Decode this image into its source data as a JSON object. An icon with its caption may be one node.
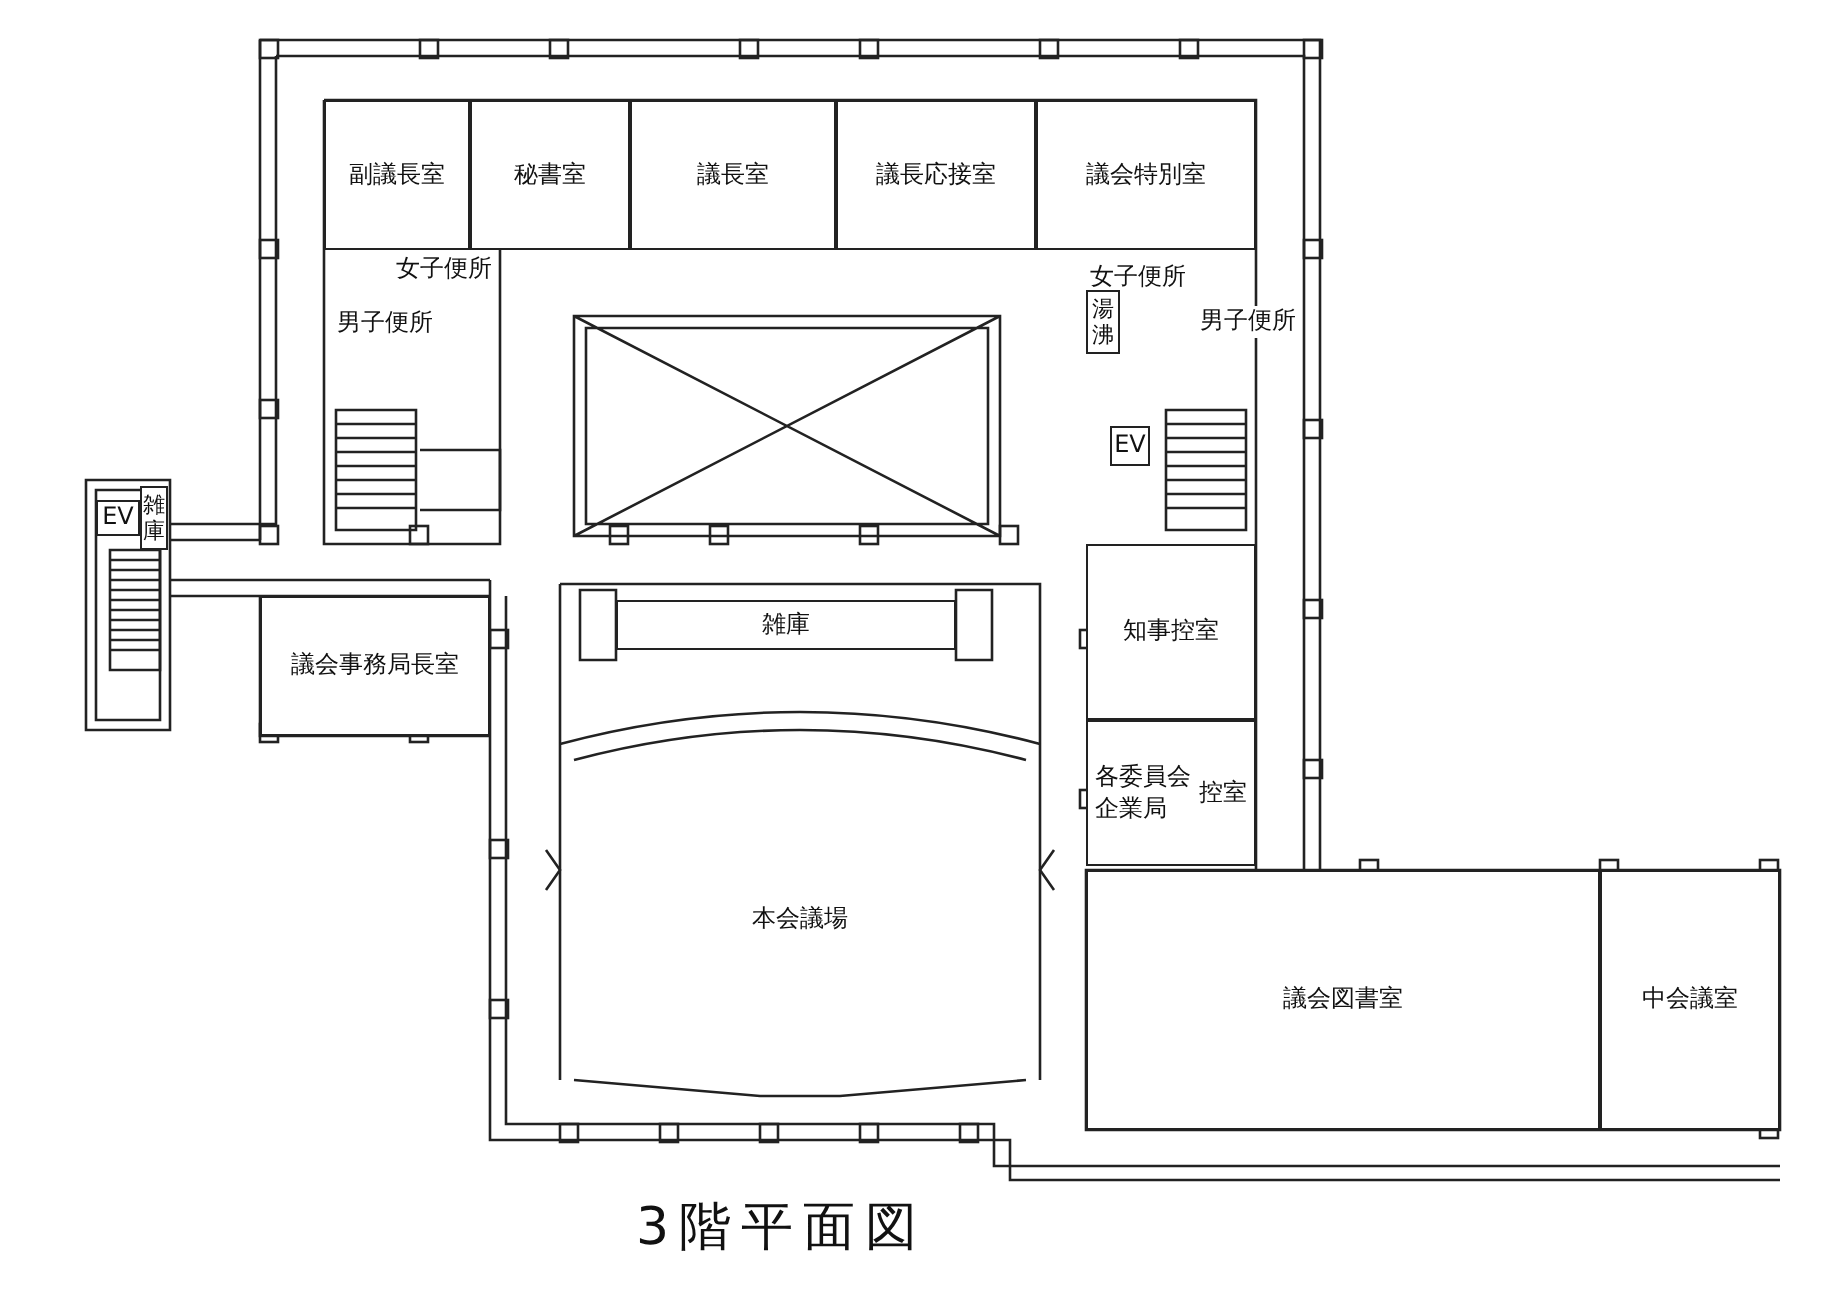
{
  "diagram": {
    "title": "3階平面図",
    "nodes": [
      {
        "text": [
          "副議長室"
        ]
      },
      {
        "text": [
          "秘書室"
        ]
      },
      {
        "text": [
          "議長室"
        ]
      },
      {
        "text": [
          "議長応接室"
        ]
      },
      {
        "text": [
          "議会特別室"
        ]
      },
      {
        "text": [
          "女子便所"
        ]
      },
      {
        "text": [
          "男子便所"
        ]
      },
      {
        "text": [
          "女子便所"
        ]
      },
      {
        "text": [
          "湯沸"
        ]
      },
      {
        "text": [
          "男子便所"
        ]
      },
      {
        "text": [
          "EV"
        ]
      },
      {
        "text": [
          "雑庫"
        ]
      },
      {
        "text": [
          "EV"
        ]
      },
      {
        "text": [
          "雑庫"
        ]
      },
      {
        "text": [
          "議会事務局長室"
        ]
      },
      {
        "text": [
          "知事控室"
        ]
      },
      {
        "text": [
          "各委員会",
          "企業局",
          "控室"
        ]
      },
      {
        "text": [
          "本会議場"
        ]
      },
      {
        "text": [
          "議会図書室"
        ]
      },
      {
        "text": [
          "中会議室"
        ]
      }
    ]
  }
}
